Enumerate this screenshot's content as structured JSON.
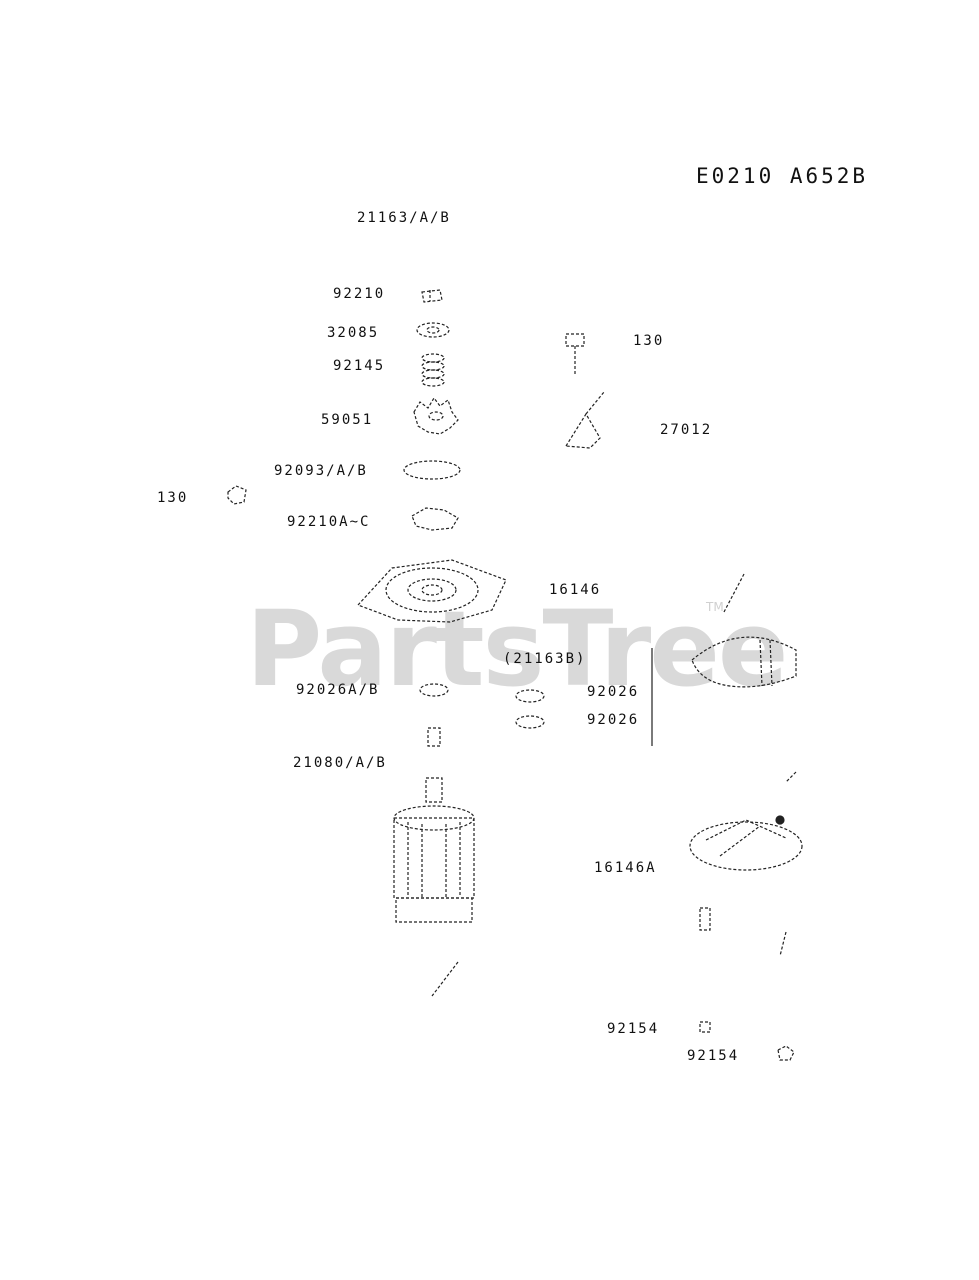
{
  "diagram_code": "E0210 A652B",
  "watermark": "PartsTree",
  "watermark_tm": "TM",
  "labels": {
    "p21163": "21163/A/B",
    "p92210": "92210",
    "p32085": "32085",
    "p92145": "92145",
    "p59051": "59051",
    "p92093": "92093/A/B",
    "p130_left": "130",
    "p92210ac": "92210A~C",
    "p130_right": "130",
    "p27012": "27012",
    "p16146": "16146",
    "p21163b": "(21163B)",
    "p92026ab": "92026A/B",
    "p92026_1": "92026",
    "p92026_2": "92026",
    "p21080": "21080/A/B",
    "p16146a": "16146A",
    "p92154_1": "92154",
    "p92154_2": "92154"
  }
}
